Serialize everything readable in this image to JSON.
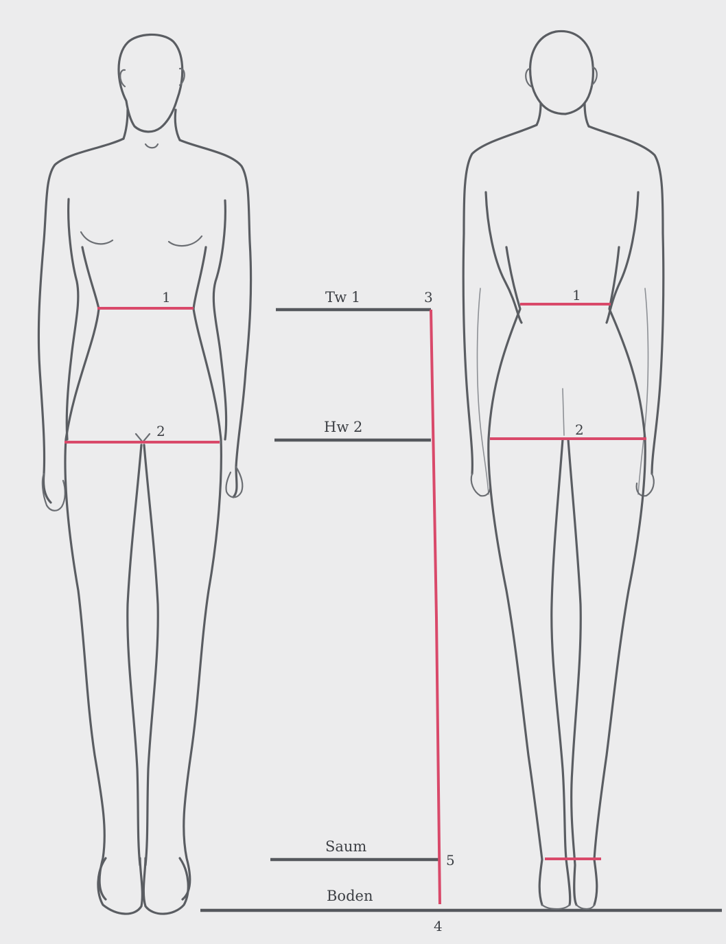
{
  "colors": {
    "measure_line": "#d9496a",
    "reference_line": "#55585d",
    "figure_outline": "#5a5d62",
    "paper": "#ececed"
  },
  "labels": {
    "front_waist_number": "1",
    "front_hip_number": "2",
    "back_waist_number": "1",
    "back_hip_number": "2",
    "waist_line": "Tw 1",
    "waist_point": "3",
    "hip_line": "Hw 2",
    "hem_line": "Saum",
    "hem_point": "5",
    "floor_line": "Boden",
    "floor_point": "4"
  }
}
